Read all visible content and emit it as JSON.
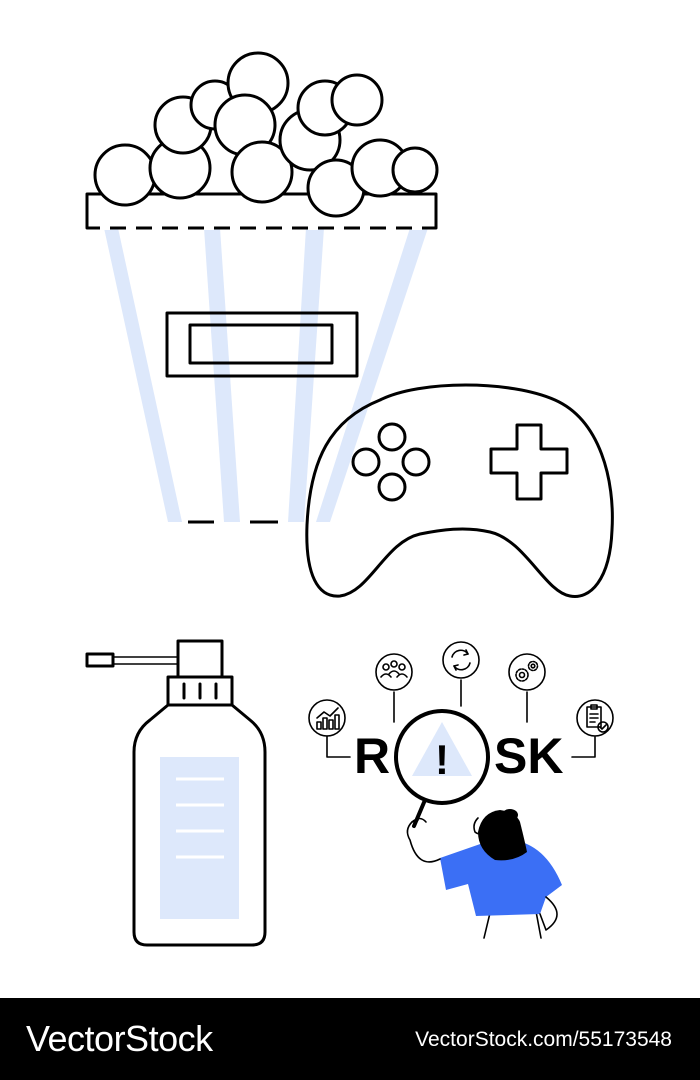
{
  "illustration": {
    "risk_letters": [
      "R",
      "SK"
    ],
    "alert_glyph": "!",
    "icons": [
      "chart-icon",
      "team-icon",
      "refresh-icon",
      "gears-icon",
      "checklist-icon"
    ],
    "colors": {
      "accent_light": "#dde8fb",
      "accent_blue": "#3b6ff5",
      "outline": "#000000"
    }
  },
  "footer": {
    "brand": "VectorStock",
    "image_id": "VectorStock.com/55173548"
  }
}
